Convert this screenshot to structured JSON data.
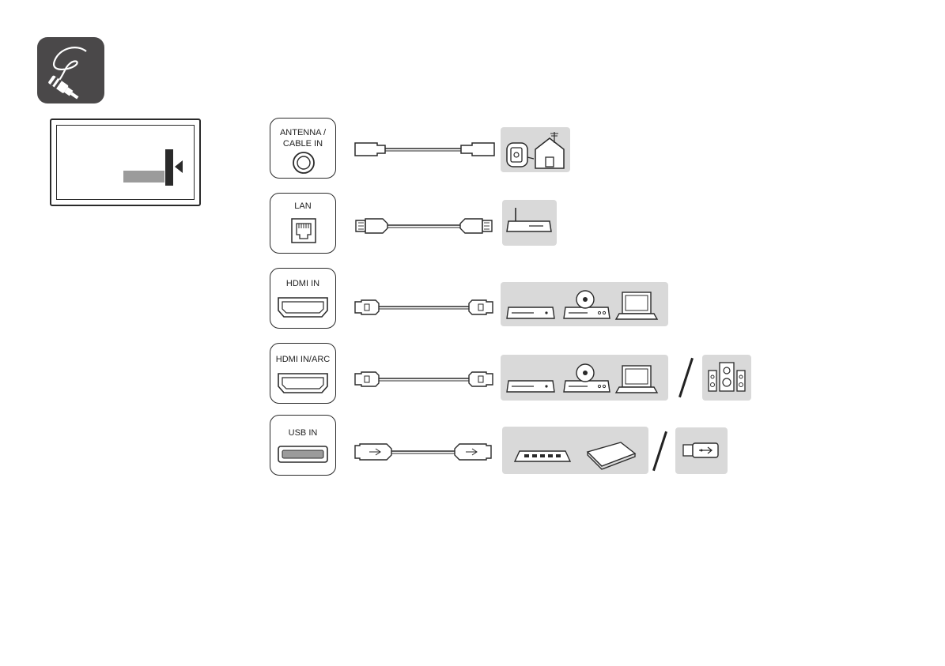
{
  "icons": {
    "header": "cable-connection-icon"
  },
  "ports": [
    {
      "label": "ANTENNA /\nCABLE IN",
      "connector": "coaxial-port-icon",
      "cable": "coaxial-cable-icon",
      "devices": [
        "antenna-house-icon"
      ]
    },
    {
      "label": "LAN",
      "connector": "ethernet-port-icon",
      "cable": "ethernet-cable-icon",
      "devices": [
        "router-icon"
      ]
    },
    {
      "label": "HDMI IN",
      "connector": "hdmi-port-icon",
      "cable": "hdmi-cable-icon",
      "devices": [
        "set-top-box-icon",
        "dvd-player-icon",
        "laptop-icon"
      ]
    },
    {
      "label": "HDMI IN/ARC",
      "connector": "hdmi-arc-port-icon",
      "cable": "hdmi-cable-icon",
      "devices": [
        "set-top-box-icon",
        "dvd-player-icon",
        "laptop-icon",
        "speakers-icon"
      ]
    },
    {
      "label": "USB IN",
      "connector": "usb-port-icon",
      "cable": "usb-cable-icon",
      "devices": [
        "usb-hub-icon",
        "external-drive-icon",
        "usb-stick-icon"
      ]
    }
  ],
  "colors": {
    "badge": "#4a4849",
    "device_panel": "#d9d9d9",
    "line": "#2a2a2a"
  }
}
